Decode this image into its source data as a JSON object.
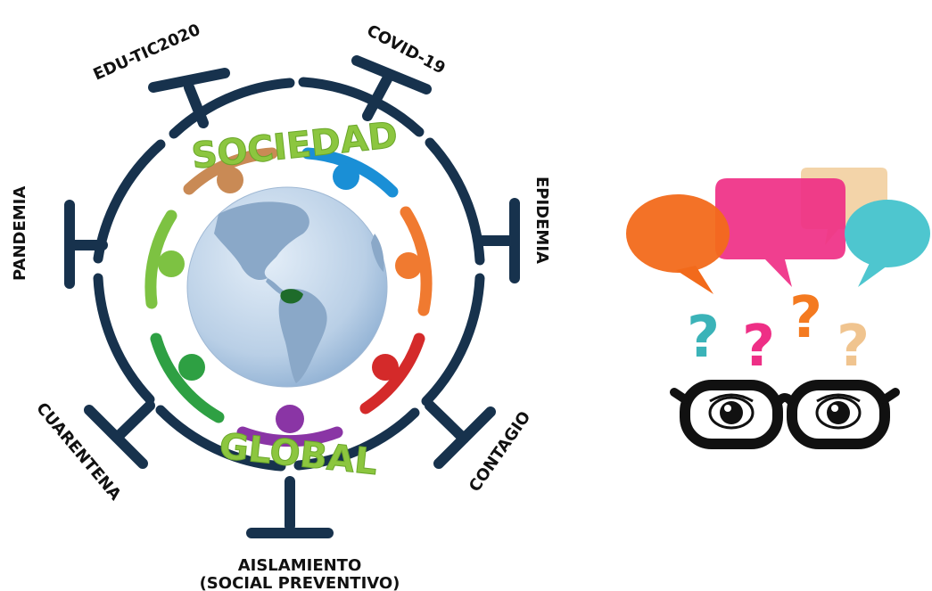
{
  "virus_labels": {
    "top_left": "EDU-TIC2020",
    "top_right": "COVID-19",
    "left": "PANDEMIA",
    "right": "EPIDEMIA",
    "bottom_left": "CUARENTENA",
    "bottom_right": "CONTAGIO",
    "bottom_line1": "AISLAMIENTO",
    "bottom_line2": "(SOCIAL PREVENTIVO)"
  },
  "arc_words": {
    "top": "SOCIEDAD",
    "bottom": "GLOBAL"
  },
  "question_marks": [
    "?",
    "?",
    "?",
    "?"
  ],
  "colors": {
    "virus_stroke": "#17324d",
    "word_green": "#8cc63f",
    "figure_brown": "#c98a55",
    "figure_blue": "#1a8fd6",
    "figure_orange": "#f07a30",
    "figure_red": "#d42a2a",
    "figure_purple": "#8a35a5",
    "figure_green": "#2ea043",
    "figure_lightgreen": "#7dc242",
    "globe_ocean": "#b9cfe6",
    "globe_land": "#8aa8c8",
    "venezuela": "#1e6b2a",
    "bubble_orange": "#f26a1b",
    "bubble_pink": "#ef2f86",
    "bubble_tan": "#f2cfa0",
    "bubble_teal": "#4ec6cf",
    "qm_teal": "#3bb3b8",
    "qm_pink": "#ee2f86",
    "qm_orange": "#f47a20",
    "qm_tan": "#f0c48f",
    "glasses": "#111111"
  }
}
